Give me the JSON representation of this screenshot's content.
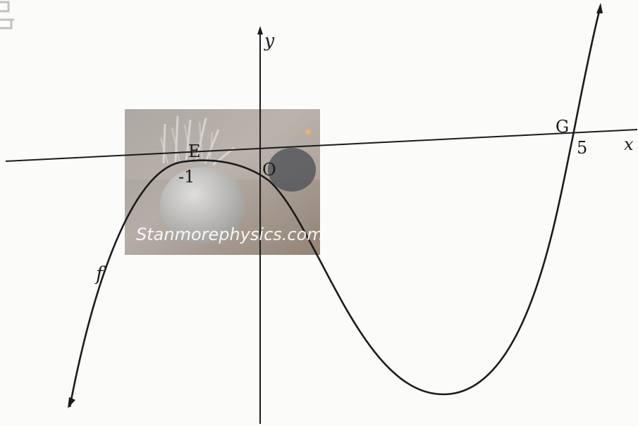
{
  "axes": {
    "x_label": "x",
    "y_label": "y",
    "origin_label": "O"
  },
  "points": {
    "E": {
      "label": "E",
      "x_value_label": "-1"
    },
    "G": {
      "label": "G",
      "x_value_label": "5"
    }
  },
  "curve": {
    "label": "f"
  },
  "watermark": {
    "text": "Stanmorephysics.com"
  },
  "colors": {
    "ink": "#1b1b1b",
    "paper": "#fbfbfa",
    "watermark_overlay": "#8a7a6d",
    "watermark_text": "#ffffff"
  }
}
